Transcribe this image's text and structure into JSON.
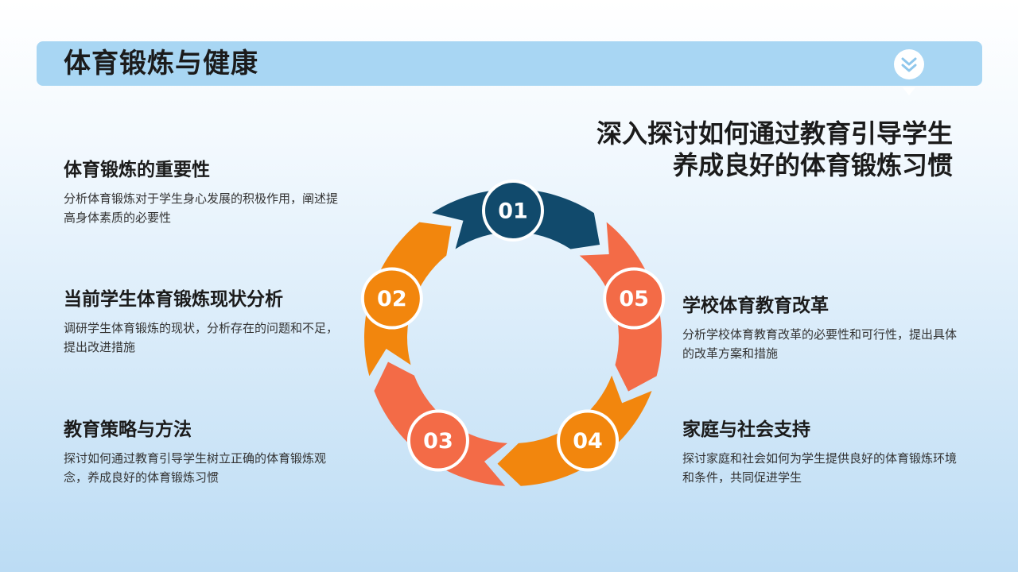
{
  "header": {
    "title": "体育锻炼与健康"
  },
  "headline": {
    "line1": "深入探讨如何通过教育引导学生",
    "line2": "养成良好的体育锻炼习惯"
  },
  "colors": {
    "dark_blue": "#114a6c",
    "orange": "#f2860d",
    "coral": "#f36b47",
    "title_bar": "#a8d6f3"
  },
  "cycle": [
    {
      "number": "01",
      "color": "#114a6c"
    },
    {
      "number": "02",
      "color": "#f2860d"
    },
    {
      "number": "03",
      "color": "#f36b47"
    },
    {
      "number": "04",
      "color": "#f2860d"
    },
    {
      "number": "05",
      "color": "#f36b47"
    }
  ],
  "sections": [
    {
      "title": "体育锻炼的重要性",
      "desc": "分析体育锻炼对于学生身心发展的积极作用，阐述提高身体素质的必要性"
    },
    {
      "title": "当前学生体育锻炼现状分析",
      "desc": "调研学生体育锻炼的现状，分析存在的问题和不足，提出改进措施"
    },
    {
      "title": "教育策略与方法",
      "desc": "探讨如何通过教育引导学生树立正确的体育锻炼观念，养成良好的体育锻炼习惯"
    },
    {
      "title": "学校体育教育改革",
      "desc": "分析学校体育教育改革的必要性和可行性，提出具体的改革方案和措施"
    },
    {
      "title": "家庭与社会支持",
      "desc": "探讨家庭和社会如何为学生提供良好的体育锻炼环境和条件，共同促进学生"
    }
  ]
}
